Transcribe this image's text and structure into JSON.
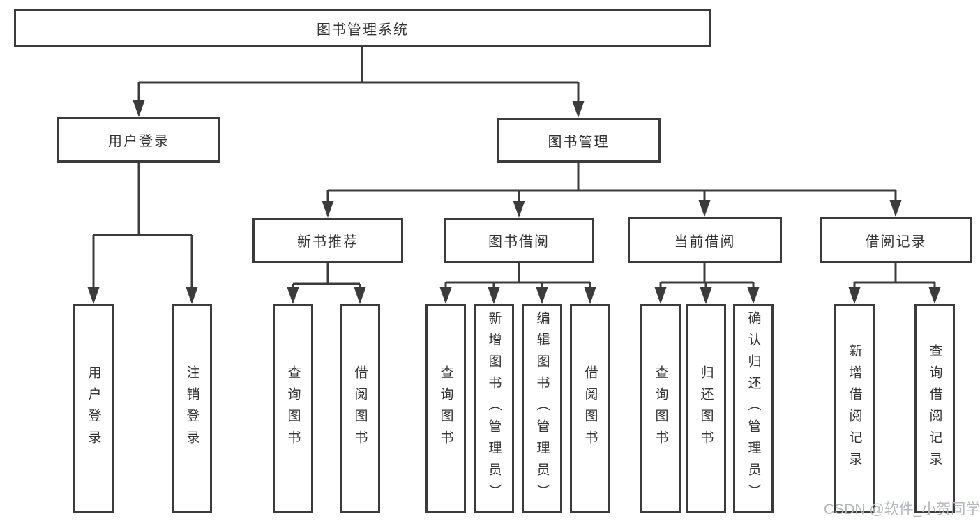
{
  "diagram": {
    "root": {
      "label": "图书管理系统"
    },
    "level2": [
      {
        "label": "用户登录"
      },
      {
        "label": "图书管理"
      }
    ],
    "level3": [
      {
        "label": "新书推荐"
      },
      {
        "label": "图书借阅"
      },
      {
        "label": "当前借阅"
      },
      {
        "label": "借阅记录"
      }
    ],
    "leaves": {
      "user_login": [
        "用户登录",
        "注销登录"
      ],
      "new_book": [
        "查询图书",
        "借阅图书"
      ],
      "book_borrow": [
        "查询图书",
        "新增图书（管理员）",
        "编辑图书（管理员）",
        "借阅图书"
      ],
      "current_borrow": [
        "查询图书",
        "归还图书",
        "确认归还（管理员）"
      ],
      "borrow_record": [
        "新增借阅记录",
        "查询借阅记录"
      ]
    }
  },
  "watermark": {
    "text": "CSDN @软件_小贺同学"
  },
  "colors": {
    "line": "#3b3b3b",
    "text": "#333333",
    "watermark": "#b4b7bc",
    "background": "#ffffff"
  }
}
